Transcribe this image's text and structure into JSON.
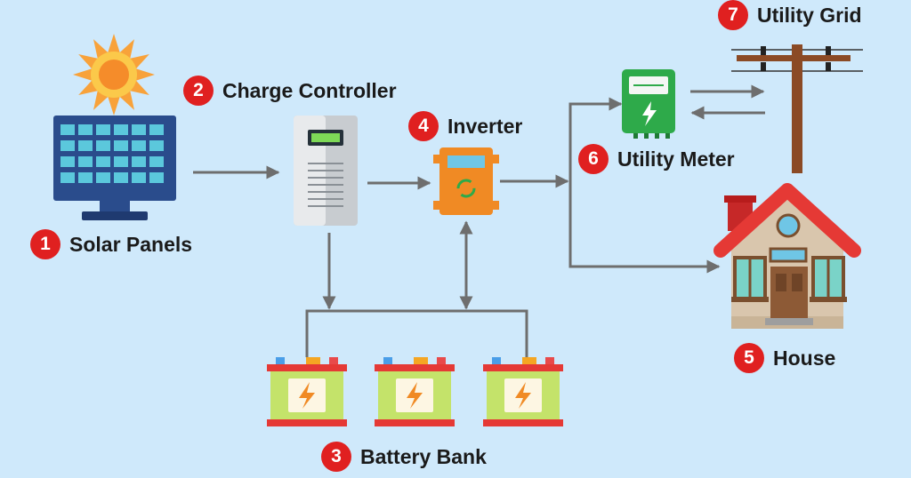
{
  "colors": {
    "background": "#cfe9fb",
    "badge": "#e02020",
    "flow_line": "#6e6e6e",
    "panel_frame": "#2a4c8c",
    "panel_cell": "#5bc8dc",
    "sun": "#f8a23a",
    "inverter": "#f08a24",
    "meter": "#2eaa4a",
    "battery_body": "#c4e36a",
    "roof": "#e53935",
    "pole": "#8b4a25"
  },
  "components": [
    {
      "id": "solar_panels",
      "number": "1",
      "label": "Solar Panels",
      "icon": "solar-panel-icon"
    },
    {
      "id": "charge_controller",
      "number": "2",
      "label": "Charge Controller",
      "icon": "charge-controller-icon"
    },
    {
      "id": "battery_bank",
      "number": "3",
      "label": "Battery Bank",
      "icon": "battery-icon"
    },
    {
      "id": "inverter",
      "number": "4",
      "label": "Inverter",
      "icon": "inverter-icon"
    },
    {
      "id": "house",
      "number": "5",
      "label": "House",
      "icon": "house-icon"
    },
    {
      "id": "utility_meter",
      "number": "6",
      "label": "Utility Meter",
      "icon": "utility-meter-icon"
    },
    {
      "id": "utility_grid",
      "number": "7",
      "label": "Utility Grid",
      "icon": "utility-pole-icon"
    }
  ],
  "flows": [
    {
      "from": "solar_panels",
      "to": "charge_controller",
      "direction": "one-way"
    },
    {
      "from": "charge_controller",
      "to": "inverter",
      "direction": "one-way"
    },
    {
      "from": "charge_controller",
      "to": "battery_bank",
      "direction": "one-way"
    },
    {
      "from": "inverter",
      "to": "battery_bank",
      "direction": "two-way"
    },
    {
      "from": "inverter",
      "to": "utility_meter",
      "direction": "one-way"
    },
    {
      "from": "inverter",
      "to": "house",
      "direction": "one-way"
    },
    {
      "from": "utility_meter",
      "to": "utility_grid",
      "direction": "two-way"
    }
  ]
}
